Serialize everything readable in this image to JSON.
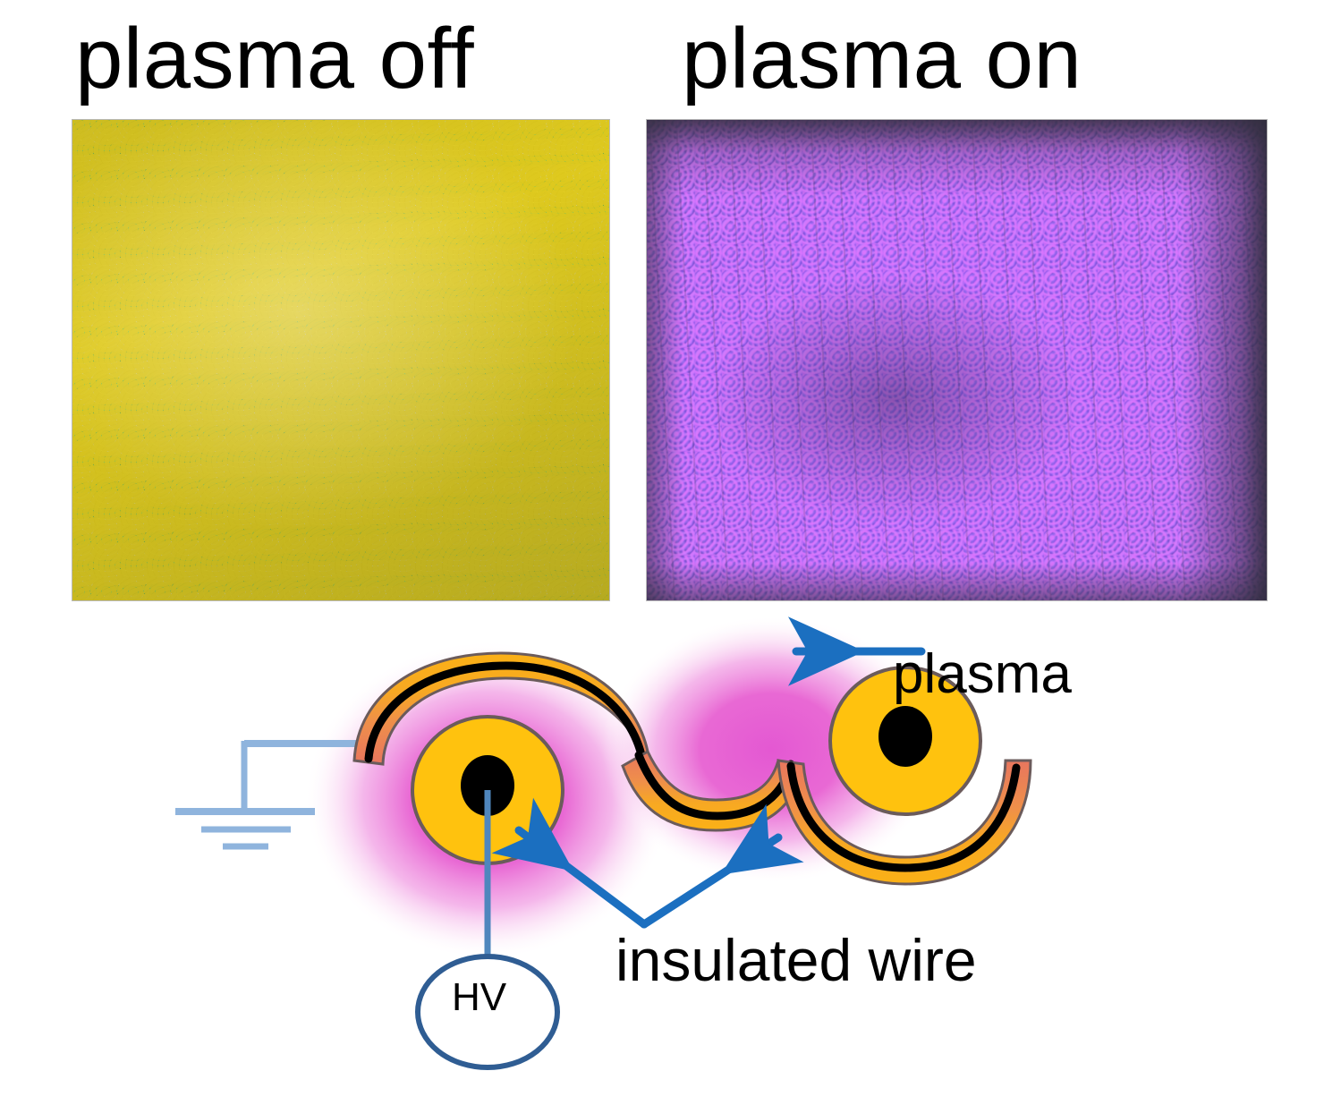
{
  "figure": {
    "kind": "two-photo comparison plus schematic cross-section diagram",
    "background_color": "#ffffff"
  },
  "panels": {
    "left": {
      "caption": "plasma off",
      "description": "woven mesh fabric, yellow vertical threads over teal-green horizontal threads on pale gray-green backing",
      "colors": {
        "warp_thread": "#efd92c",
        "weft_thread": "#16b588",
        "backing": "#cfd2c2"
      }
    },
    "right": {
      "caption": "plasma on",
      "description": "same mesh energized, glowing violet-blue with bright magenta micro-discharges at every weave crossing",
      "colors": {
        "glow": "#5b3bd8",
        "discharge_points": "#e96aff",
        "dark_border": "#2d2a40"
      }
    }
  },
  "diagram": {
    "labels": {
      "plasma": "plasma",
      "insulated_wire": "insulated wire",
      "hv_source": "HV"
    },
    "annotation_color": "#1b6fc0",
    "ground_color": "#8fb4dd",
    "wire": {
      "conductor_color": "#000000",
      "insulation_outer": "#f7a823",
      "insulation_mid": "#ef8f4a",
      "insulation_inner": "#e8765e",
      "core_jacket": "#ffc20e",
      "outline": "#6b5b5b"
    },
    "plasma_halo": {
      "inner_color": "#e24fd0",
      "mid_color": "#ec82d8",
      "outer_color": "#ffffff"
    },
    "arrows": [
      {
        "name": "plasma-arrow",
        "points_to": "plasma halo around right wire",
        "direction": "left"
      },
      {
        "name": "insulated-wire-arrow-left",
        "points_to": "left wire insulation",
        "direction": "up-left"
      },
      {
        "name": "insulated-wire-arrow-right",
        "points_to": "right wire insulation",
        "direction": "up-right"
      }
    ],
    "connections": [
      {
        "name": "ground-lead",
        "from": "ground symbol",
        "to": "upper electrode wire end"
      },
      {
        "name": "hv-lead",
        "from": "HV source",
        "to": "left wire conductor core"
      }
    ]
  }
}
